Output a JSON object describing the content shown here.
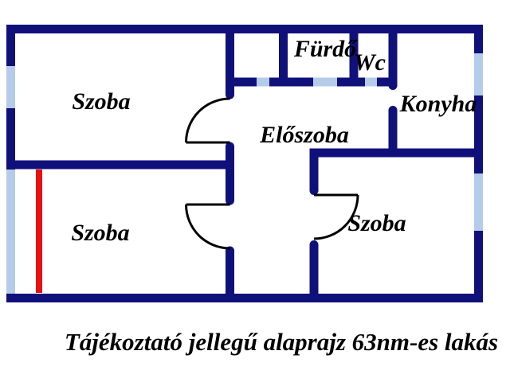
{
  "floorplan": {
    "rooms": [
      {
        "name": "szoba-top-left",
        "label": "Szoba"
      },
      {
        "name": "furdo",
        "label": "Fürdő"
      },
      {
        "name": "wc",
        "label": "Wc"
      },
      {
        "name": "konyha",
        "label": "Konyha"
      },
      {
        "name": "eloszoba",
        "label": "Előszoba"
      },
      {
        "name": "szoba-bottom-left",
        "label": "Szoba"
      },
      {
        "name": "szoba-bottom-right",
        "label": "Szoba"
      }
    ],
    "caption": "Tájékoztató jellegű alaprajz 63nm-es lakás"
  },
  "colors": {
    "wall": "#10107b",
    "window": "#b4cbe9",
    "door_arc": "#000000",
    "marker": "#ea1010",
    "text": "#000000",
    "background": "#ffffff"
  }
}
